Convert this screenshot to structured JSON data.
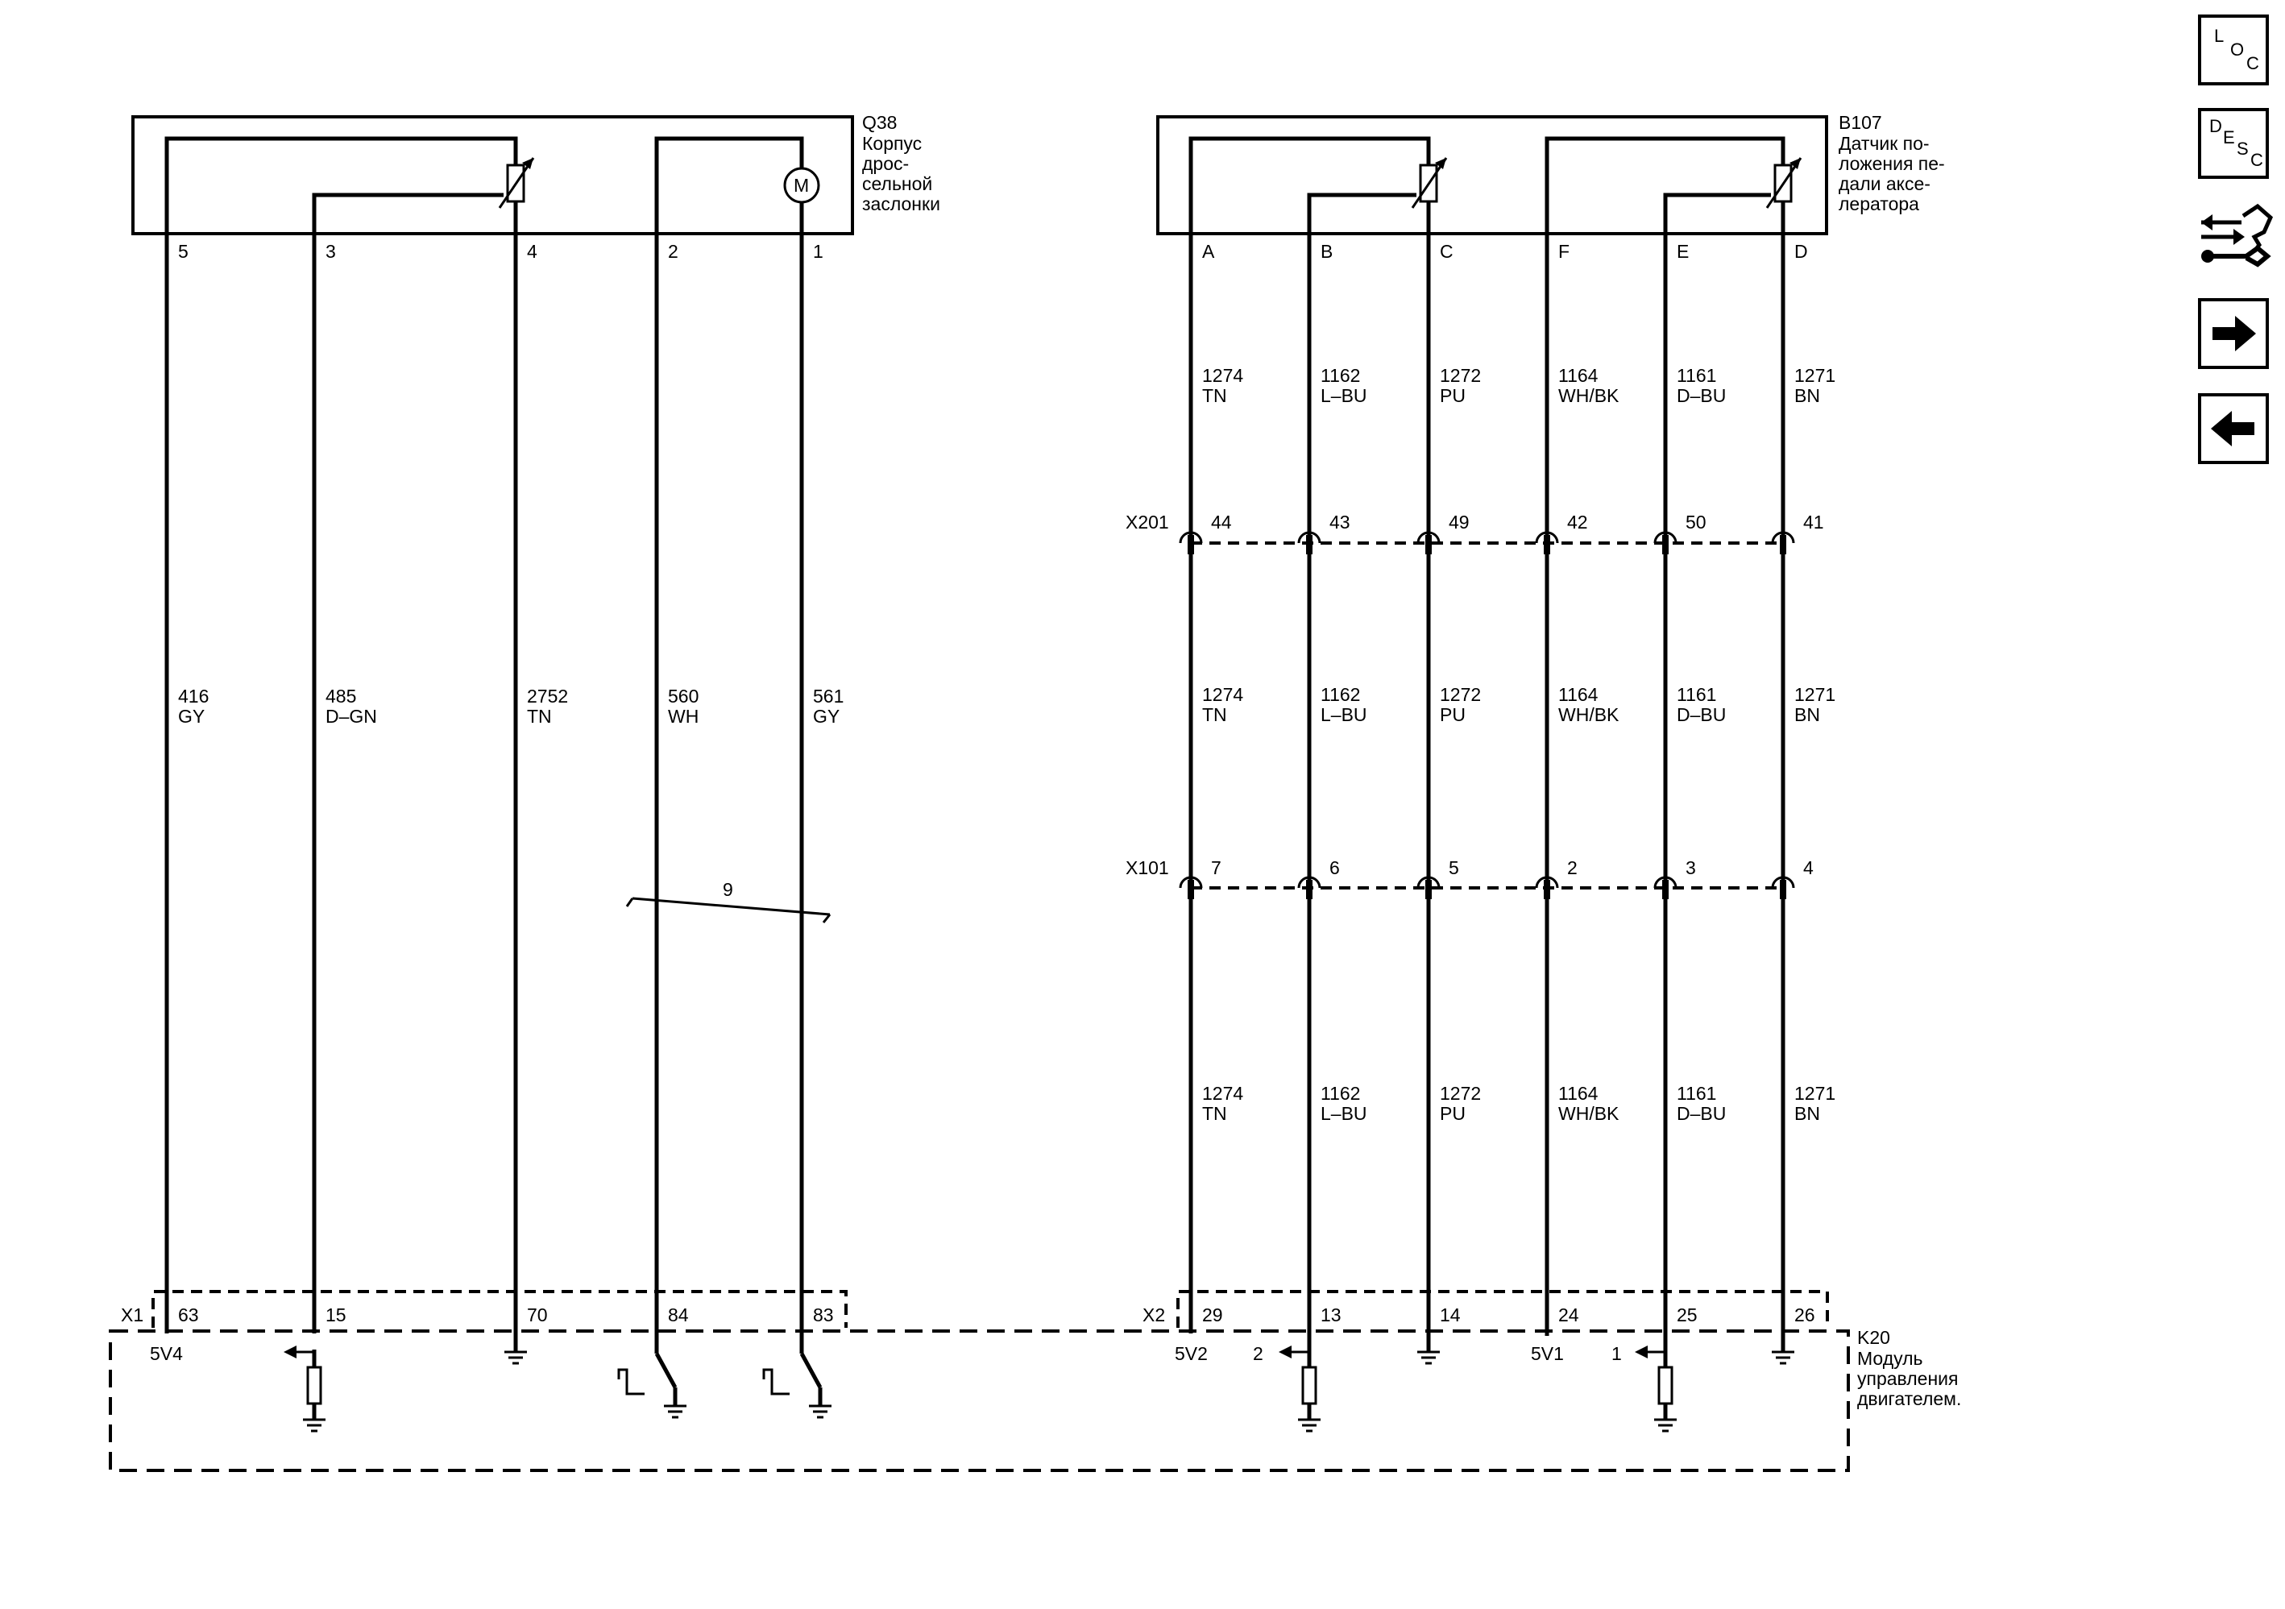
{
  "components": {
    "q38": {
      "id": "Q38",
      "name_lines": [
        "Корпус",
        "дрос-",
        "сельной",
        "заслонки"
      ]
    },
    "b107": {
      "id": "B107",
      "name_lines": [
        "Датчик по-",
        "ложения пе-",
        "дали аксе-",
        "лератора"
      ]
    },
    "k20": {
      "id": "K20",
      "name_lines": [
        "Модуль",
        "управления",
        "двигателем."
      ]
    }
  },
  "connectors": {
    "x1": "X1",
    "x2": "X2",
    "x201": "X201",
    "x101": "X101"
  },
  "left_circuits": [
    {
      "pin": "5",
      "circuit": "416",
      "color": "GY",
      "ecm_pin": "63"
    },
    {
      "pin": "3",
      "circuit": "485",
      "color": "D–GN",
      "ecm_pin": "15"
    },
    {
      "pin": "4",
      "circuit": "2752",
      "color": "TN",
      "ecm_pin": "70"
    },
    {
      "pin": "2",
      "circuit": "560",
      "color": "WH",
      "ecm_pin": "84"
    },
    {
      "pin": "1",
      "circuit": "561",
      "color": "GY",
      "ecm_pin": "83"
    }
  ],
  "twisted_pair_label": "9",
  "right_circuits": [
    {
      "pin": "A",
      "circuit": "1274",
      "color": "TN",
      "x201_pin": "44",
      "x101_pin": "7",
      "ecm_pin": "29"
    },
    {
      "pin": "B",
      "circuit": "1162",
      "color": "L–BU",
      "x201_pin": "43",
      "x101_pin": "6",
      "ecm_pin": "13"
    },
    {
      "pin": "C",
      "circuit": "1272",
      "color": "PU",
      "x201_pin": "49",
      "x101_pin": "5",
      "ecm_pin": "14"
    },
    {
      "pin": "F",
      "circuit": "1164",
      "color": "WH/BK",
      "x201_pin": "42",
      "x101_pin": "2",
      "ecm_pin": "24"
    },
    {
      "pin": "E",
      "circuit": "1161",
      "color": "D–BU",
      "x201_pin": "50",
      "x101_pin": "3",
      "ecm_pin": "25"
    },
    {
      "pin": "D",
      "circuit": "1271",
      "color": "BN",
      "x201_pin": "41",
      "x101_pin": "4",
      "ecm_pin": "26"
    }
  ],
  "ecm_labels": {
    "ref_5v4": "5V4",
    "ref_5v2": "5V2",
    "ref_5v1": "5V1",
    "signal_2": "2",
    "signal_1": "1"
  },
  "motor_symbol": "M",
  "sidebar": {
    "loc": {
      "l1": "L",
      "l2": "O",
      "l3": "C"
    },
    "desc": {
      "l1": "D",
      "l2": "E",
      "l3": "S",
      "l4": "C"
    }
  },
  "icons": {
    "motor": "motor-icon",
    "potentiometer": "variable-resistor-icon",
    "ground": "ground-icon",
    "connect": "connector-icon",
    "next": "arrow-right-icon",
    "prev": "arrow-left-icon",
    "service": "wrench-arrows-icon"
  }
}
